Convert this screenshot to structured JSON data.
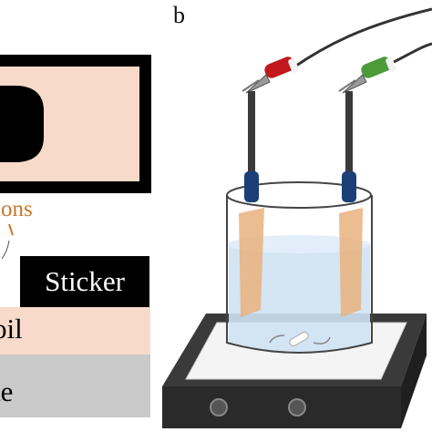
{
  "panel_b_label": "b",
  "left_panel": {
    "cut_label": "ions",
    "sticker_label": "Sticker",
    "foil_label": "oil",
    "substrate_label": "te"
  },
  "colors": {
    "sample_fill": "#f7dac9",
    "frame": "#000000",
    "cut_annotation": "#c8772e",
    "substrate": "#c9c9c9",
    "electrolyte": "#cfe2f3",
    "hotplate": "#3a3a3a",
    "red_clip": "#c0181c",
    "green_clip": "#4d9a3a",
    "electrode_holder": "#1c3f78",
    "electrode_strip": "#e9b27c"
  }
}
